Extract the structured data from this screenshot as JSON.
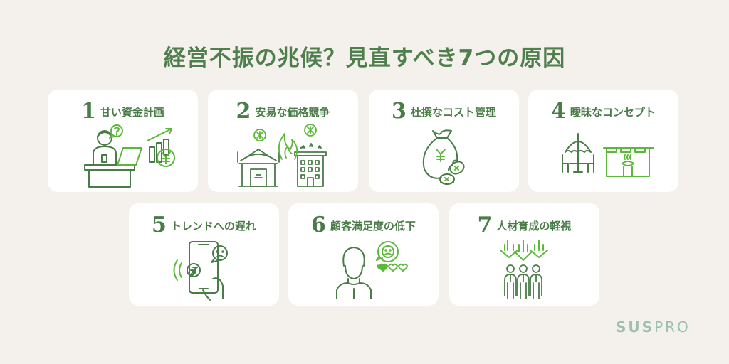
{
  "title": "経営不振の兆候？見直すべき7つの原因",
  "colors": {
    "background": "#f4f0ec",
    "card": "#ffffff",
    "dark_green": "#4a7c48",
    "bright_green": "#5cb83a",
    "brand": "#9dbfad"
  },
  "cards": [
    {
      "number": "1",
      "label": "甘い資金計画",
      "icon": "person-laptop-chart-yen-icon"
    },
    {
      "number": "2",
      "label": "安易な価格競争",
      "icon": "temple-fire-hotel-icon"
    },
    {
      "number": "3",
      "label": "杜撰なコスト管理",
      "icon": "money-bag-coins-icon"
    },
    {
      "number": "4",
      "label": "曖昧なコンセプト",
      "icon": "parasol-table-onsen-curtain-icon"
    },
    {
      "number": "5",
      "label": "トレンドへの遅れ",
      "icon": "smartphone-bad-review-icon"
    },
    {
      "number": "6",
      "label": "顧客満足度の低下",
      "icon": "customer-sad-rating-icon"
    },
    {
      "number": "7",
      "label": "人材育成の軽視",
      "icon": "staff-pressure-arrows-icon"
    }
  ],
  "brand": {
    "bold": "SUS",
    "light": "PRO"
  }
}
